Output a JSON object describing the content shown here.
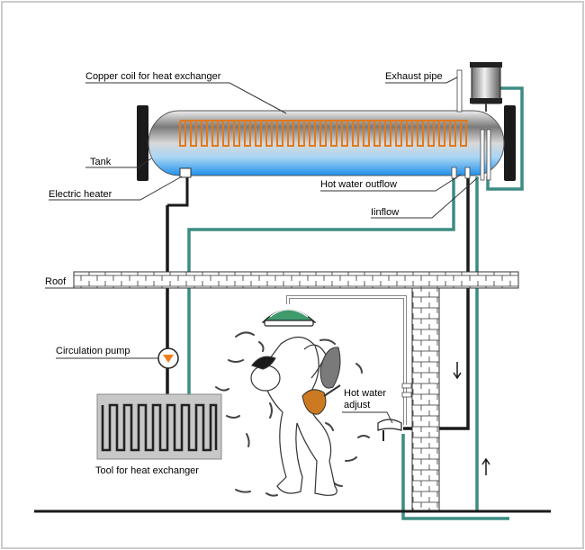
{
  "labels": {
    "copper_coil": "Copper coil for heat exchanger",
    "exhaust_pipe": "Exhaust pipe",
    "tank": "Tank",
    "electric_heater": "Electric heater",
    "hot_water_outflow": "Hot water outflow",
    "inflow": "Iinflow",
    "roof": "Roof",
    "circulation_pump": "Circulation pump",
    "hot_water_adjust_line1": "Hot water",
    "hot_water_adjust_line2": "adjust",
    "tool_heat_exchanger": "Tool for heat exchanger"
  },
  "colors": {
    "coil": "#e07a1f",
    "water": "#2a8fe6",
    "pipe_teal": "#3d8c84",
    "pipe_black": "#1a1a1a",
    "pump": "#f07e1a",
    "showerhead": "#3f9a6e",
    "frame": "#cccccc"
  },
  "icons": {
    "pump": "circulation-pump-icon",
    "shower": "showerhead-icon",
    "tap": "tap-icon",
    "person": "bathing-person-icon"
  }
}
